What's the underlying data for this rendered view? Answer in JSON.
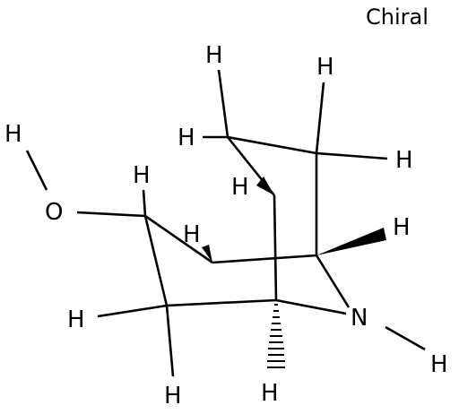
{
  "header": {
    "label": "Chiral"
  },
  "atoms": {
    "h_top_left": "H",
    "h_top_right": "H",
    "h_left_ch2": "H",
    "h_right_ch2": "H",
    "h_hydroxyl": "H",
    "o_hydroxyl": "O",
    "h_carbinol": "H",
    "h_inner_a": "H",
    "h_inner_b": "H",
    "h_bridgehead_right": "H",
    "h_left_lower": "H",
    "n_amine": "N",
    "h_amine": "H",
    "h_bottom_left": "H",
    "h_bottom_right": "H"
  }
}
